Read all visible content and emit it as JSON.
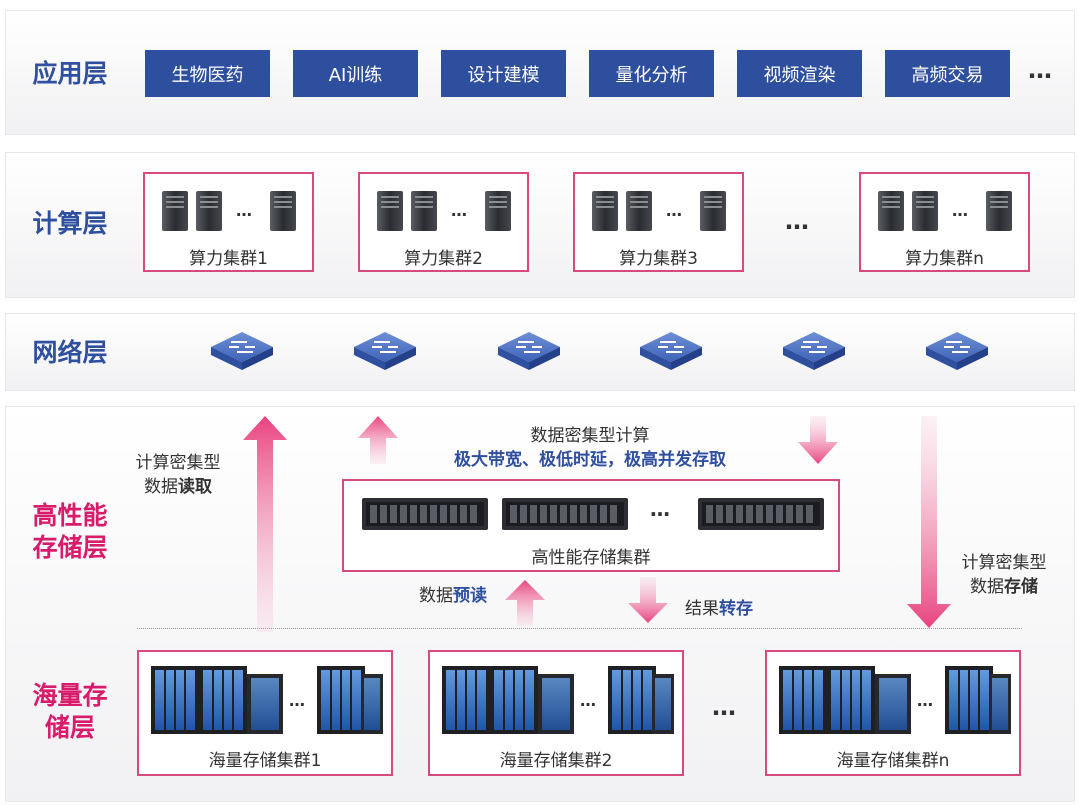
{
  "layers": {
    "application": "应用层",
    "compute": "计算层",
    "network": "网络层",
    "hp_storage": "高性能存储层",
    "mass_storage": "海量存储层"
  },
  "app_items": [
    "生物医药",
    "AI训练",
    "设计建模",
    "量化分析",
    "视频渲染",
    "高频交易"
  ],
  "ellipsis": "…",
  "compute_clusters": [
    "算力集群1",
    "算力集群2",
    "算力集群3",
    "算力集群n"
  ],
  "hp_cluster": {
    "title_line1": "数据密集型计算",
    "title_line2": "极大带宽、极低时延，极高并发存取",
    "label": "高性能存储集群"
  },
  "flows": {
    "left_read_line1": "计算密集型",
    "left_read_pre": "数据",
    "left_read_bold": "读取",
    "prefetch_pre": "数据",
    "prefetch_bold": "预读",
    "result_pre": "结果",
    "result_bold": "转存",
    "right_store_line1": "计算密集型",
    "right_store_pre": "数据",
    "right_store_bold": "存储"
  },
  "mass_clusters": [
    "海量存储集群1",
    "海量存储集群2",
    "海量存储集群n"
  ],
  "colors": {
    "brand_blue": "#2e4f9e",
    "accent_pink": "#d81b6b"
  }
}
